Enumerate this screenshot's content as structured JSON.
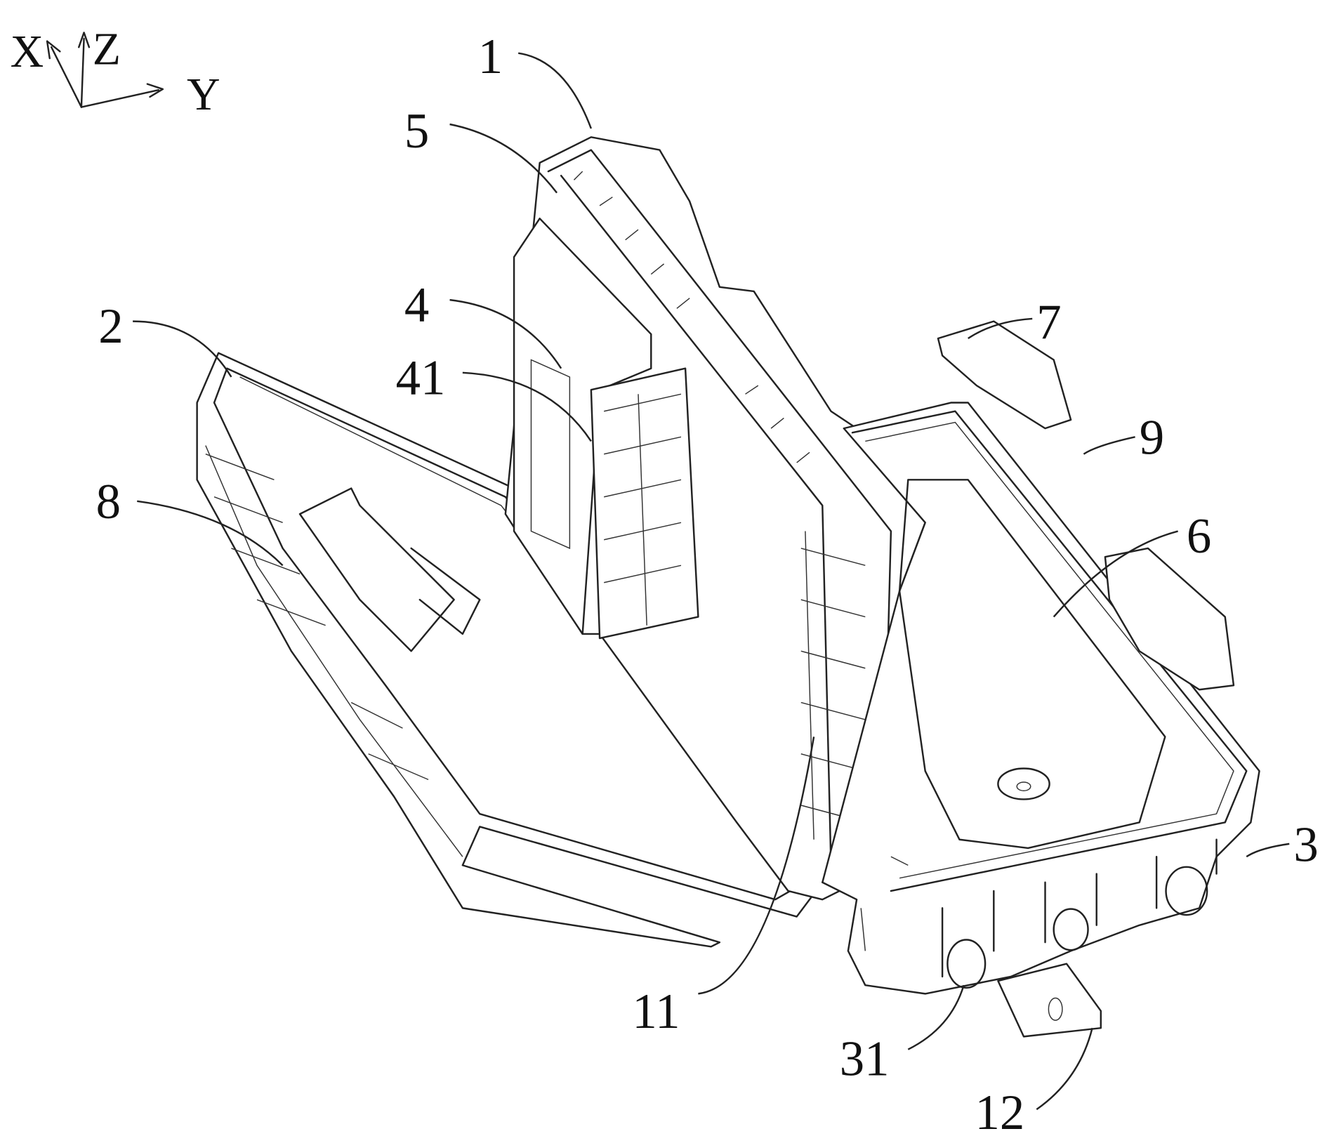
{
  "axes": {
    "x": "X",
    "y": "Y",
    "z": "Z"
  },
  "callouts": {
    "c1": "1",
    "c2": "2",
    "c3": "3",
    "c4": "4",
    "c5": "5",
    "c6": "6",
    "c7": "7",
    "c8": "8",
    "c9": "9",
    "c11": "11",
    "c31": "31",
    "c41": "41",
    "c12": "12"
  }
}
